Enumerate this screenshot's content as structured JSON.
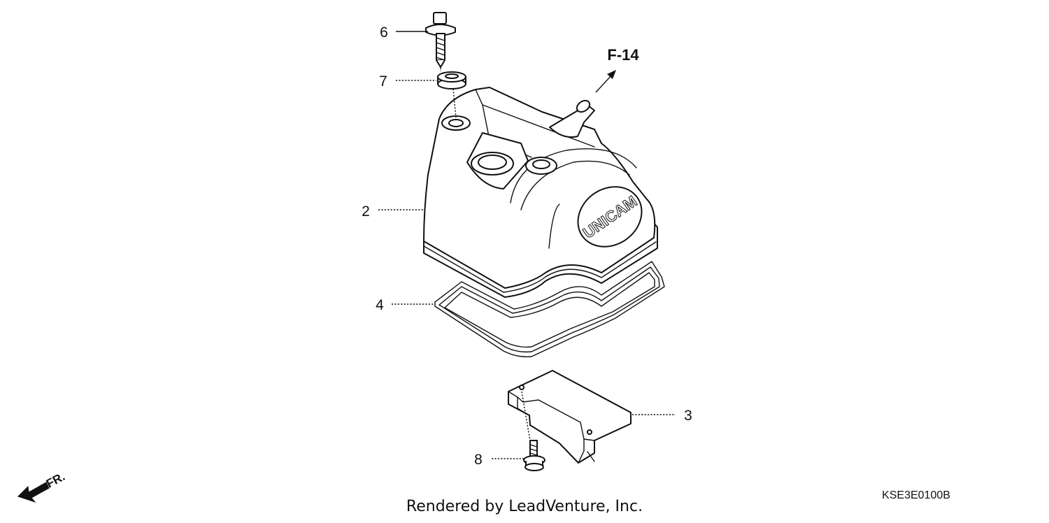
{
  "callouts": {
    "c6": "6",
    "c7": "7",
    "c2": "2",
    "c4": "4",
    "c3": "3",
    "c8": "8"
  },
  "reference": {
    "label": "F-14"
  },
  "brand_text": "UNICAM",
  "direction": {
    "label": "FR."
  },
  "credit": "Rendered by LeadVenture, Inc.",
  "diagram_code": "KSE3E0100B"
}
